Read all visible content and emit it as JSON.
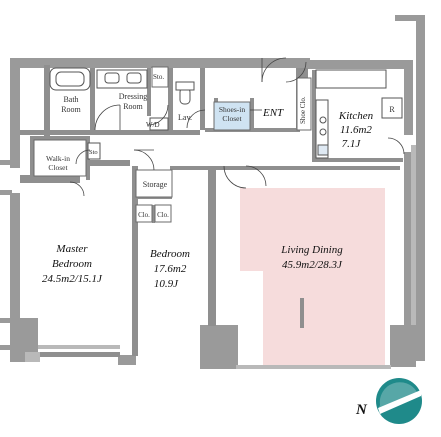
{
  "rooms": {
    "bath": [
      "Bath",
      "Room"
    ],
    "dressing": [
      "Dressing",
      "Room"
    ],
    "storage_small_top": "Sto.",
    "lav": "Lav.",
    "wd": "W/D",
    "shoes_in_closet": [
      "Shoes-in",
      "Closet"
    ],
    "ent": "ENT",
    "shoe_closet": "Shoe Clo.",
    "refrigerator": "R",
    "kitchen": [
      "Kitchen",
      "11.6m2",
      "7.1J"
    ],
    "walk_in_closet": [
      "Walk-in",
      "Closet"
    ],
    "storage_small_left": "Sto",
    "storage": "Storage",
    "closet_a": "Clo.",
    "closet_b": "Clo.",
    "master_bedroom": [
      "Master",
      "Bedroom",
      "24.5m2/15.1J"
    ],
    "bedroom": [
      "Bedroom",
      "17.6m2",
      "10.9J"
    ],
    "living_dining": [
      "Living Dining",
      "45.9m2/28.3J"
    ]
  },
  "compass": {
    "label": "N"
  },
  "colors": {
    "wall": "#9a9a9a",
    "wall_dark": "#8a8a8a",
    "highlight": "#f6dcdc",
    "compass_teal": "#1f8a8a",
    "fixture_blue": "#cfe3f2"
  }
}
